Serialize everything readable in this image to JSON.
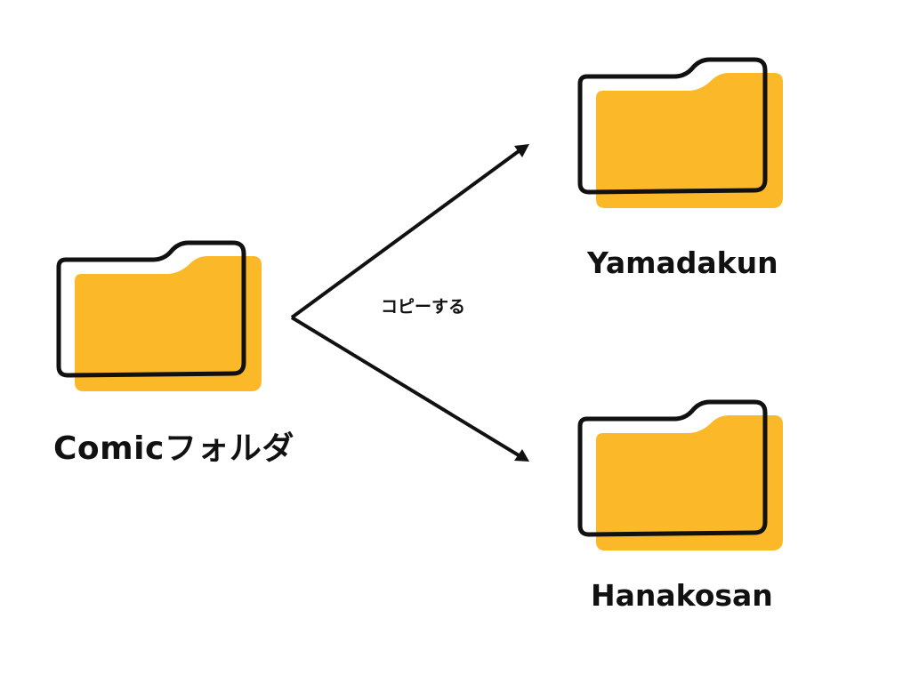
{
  "diagram": {
    "source": {
      "label": "Comicフォルダ",
      "icon": "folder-icon"
    },
    "action": {
      "label": "コピーする"
    },
    "targets": [
      {
        "label": "Yamadakun",
        "icon": "folder-icon"
      },
      {
        "label": "Hanakosan",
        "icon": "folder-icon"
      }
    ],
    "colors": {
      "folder_fill": "#FBB829",
      "outline": "#111111",
      "background": "#FFFFFF"
    }
  }
}
